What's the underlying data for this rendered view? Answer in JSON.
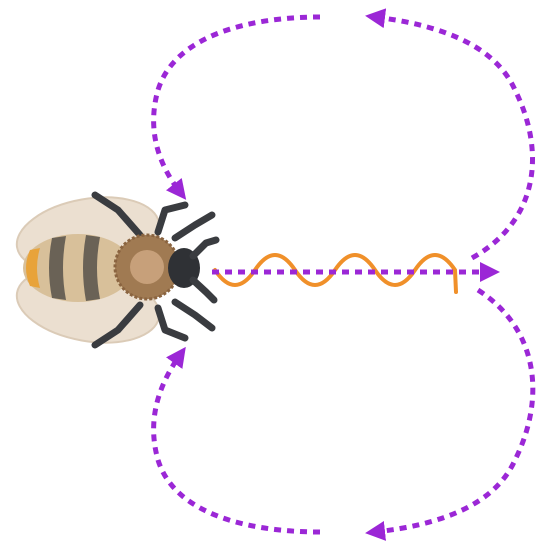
{
  "colors": {
    "background": "#ffffff",
    "path": "#9b27d6",
    "waggle": "#f0902a",
    "wing": "#e9dccb",
    "wing_edge": "#d8c6b0",
    "abdomen_light": "#d8c09a",
    "abdomen_band": "#6a6256",
    "abdomen_orange": "#e8a33a",
    "thorax": "#a07a52",
    "thorax_center": "#c7a07a",
    "head": "#2f3135",
    "legs": "#3a3c40"
  },
  "diagram": {
    "subject": "bee-icon",
    "waggle_run": {
      "direction": "right"
    },
    "return_loops": [
      {
        "side": "top",
        "direction": "counterclockwise"
      },
      {
        "side": "bottom",
        "direction": "clockwise"
      }
    ]
  }
}
